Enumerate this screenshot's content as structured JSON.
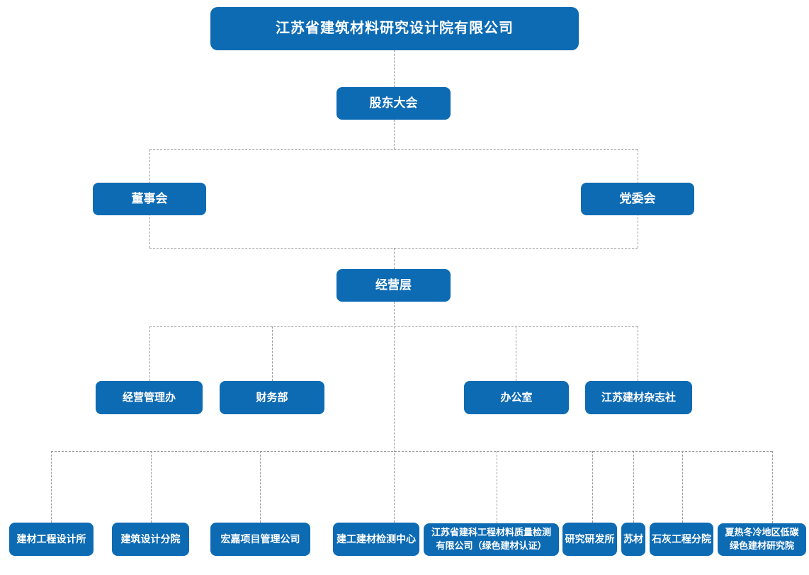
{
  "chart": {
    "root": {
      "label": "江苏省建筑材料研究设计院有限公司"
    },
    "level2": {
      "shareholders": {
        "label": "股东大会"
      },
      "board": {
        "label": "董事会"
      },
      "party": {
        "label": "党委会"
      },
      "management": {
        "label": "经营层"
      }
    },
    "departments": [
      {
        "label": "经营管理办"
      },
      {
        "label": "财务部"
      },
      {
        "label": "办公室"
      },
      {
        "label": "江苏建材杂志社"
      }
    ],
    "subsidiaries": [
      {
        "label": "建材工程设计所"
      },
      {
        "label": "建筑设计分院"
      },
      {
        "label": "宏嘉项目管理公司"
      },
      {
        "label": "建工建材检测中心"
      },
      {
        "label": "江苏省建科工程材料质量检测有限公司（绿色建材认证）"
      },
      {
        "label": "研究研发所"
      },
      {
        "label": "苏材"
      },
      {
        "label": "石灰工程分院"
      },
      {
        "label": "夏热冬冷地区低碳绿色建材研究院"
      }
    ],
    "colors": {
      "node_blue": "#0d6bb4",
      "connector_gray": "#9b9b9b",
      "node_text": "#ffffff"
    }
  }
}
